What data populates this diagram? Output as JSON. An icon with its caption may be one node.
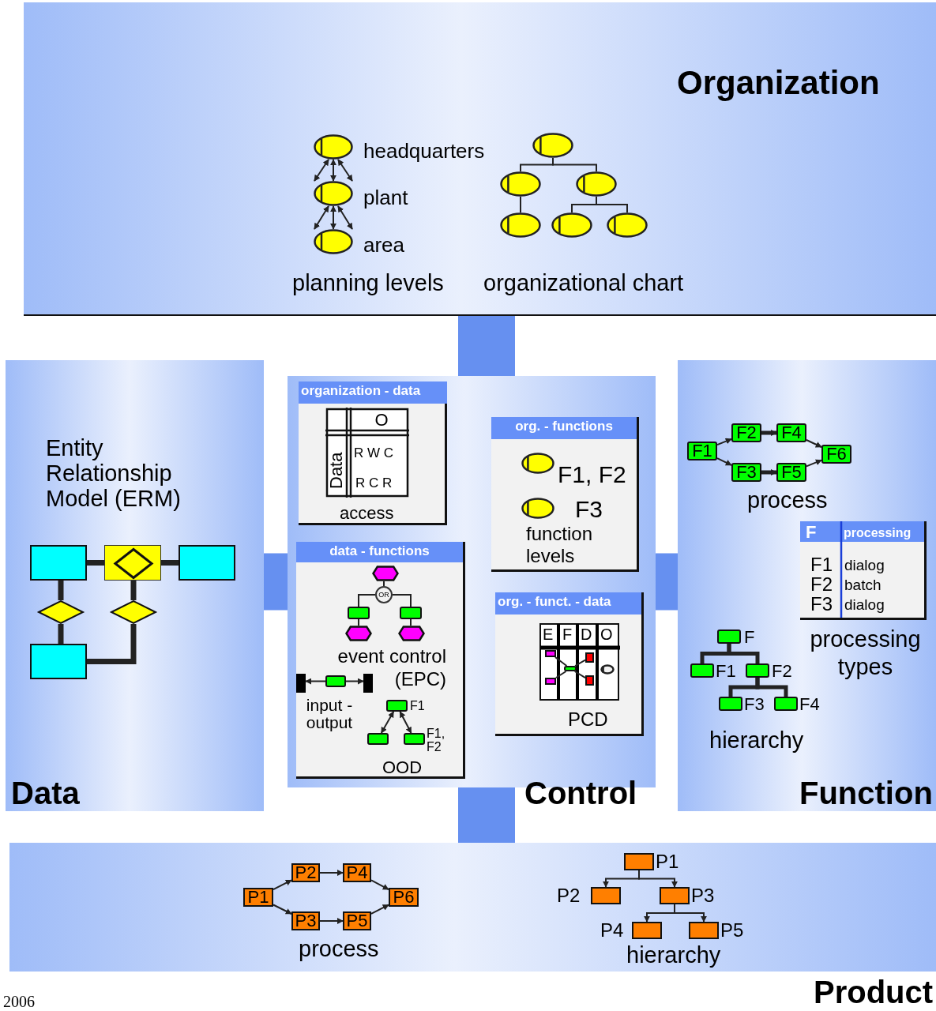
{
  "diagram": {
    "nodes": [
      {
        "text": [
          "Organization",
          "planning levels",
          "organizational chart"
        ]
      },
      {
        "text": [],
        "shape": "ellipse",
        "beside": [
          "headquarters"
        ],
        "in": 0
      },
      {
        "text": [],
        "shape": "ellipse",
        "beside": [
          "plant"
        ],
        "in": 0
      },
      {
        "text": [],
        "shape": "ellipse",
        "beside": [
          "area"
        ],
        "in": 0
      },
      {
        "text": [],
        "shape": "ellipse",
        "in": 0
      },
      {
        "text": [],
        "shape": "ellipse",
        "in": 0
      },
      {
        "text": [],
        "shape": "ellipse",
        "in": 0
      },
      {
        "text": [],
        "shape": "ellipse",
        "in": 0
      },
      {
        "text": [],
        "shape": "ellipse",
        "in": 0
      },
      {
        "text": [],
        "shape": "ellipse",
        "in": 0
      },
      {
        "text": [
          "Entity Relationship Model (ERM)",
          "Data"
        ]
      },
      {
        "text": [],
        "shape": "box",
        "in": 10
      },
      {
        "text": [],
        "shape": "diamond",
        "in": 10
      },
      {
        "text": [],
        "shape": "box",
        "in": 10
      },
      {
        "text": [],
        "shape": "diamond",
        "in": 10
      },
      {
        "text": [],
        "shape": "diamond",
        "in": 10
      },
      {
        "text": [],
        "shape": "box",
        "in": 10
      },
      {
        "text": [
          "Control"
        ]
      },
      {
        "text": [
          "organization - data",
          "O",
          "Data",
          "R W C",
          "R C R",
          "access"
        ],
        "in": 17
      },
      {
        "text": [
          "org. - functions",
          "function levels"
        ],
        "in": 17
      },
      {
        "text": [],
        "shape": "ellipse",
        "beside": [
          "F1, F2"
        ],
        "in": 19
      },
      {
        "text": [],
        "shape": "ellipse",
        "beside": [
          "F3"
        ],
        "in": 19
      },
      {
        "text": [
          "data - functions",
          "event control (EPC)",
          "input - output",
          "OOD"
        ],
        "in": 17
      },
      {
        "text": [],
        "shape": "hexagon",
        "in": 22
      },
      {
        "text": [
          "OR"
        ],
        "in": 22
      },
      {
        "text": [],
        "shape": "box",
        "in": 22
      },
      {
        "text": [],
        "shape": "box",
        "in": 22
      },
      {
        "text": [],
        "shape": "hexagon",
        "in": 22
      },
      {
        "text": [],
        "shape": "hexagon",
        "in": 22
      },
      {
        "text": [],
        "shape": "bar",
        "in": 22
      },
      {
        "text": [],
        "shape": "box",
        "in": 22
      },
      {
        "text": [],
        "shape": "bar",
        "in": 22
      },
      {
        "text": [],
        "shape": "box",
        "beside": [
          "F1"
        ],
        "in": 22
      },
      {
        "text": [],
        "shape": "box",
        "in": 22
      },
      {
        "text": [],
        "shape": "box",
        "beside": [
          "F1, F2"
        ],
        "in": 22
      },
      {
        "text": [
          "org. - funct. - data",
          "E",
          "F",
          "D",
          "O",
          "PCD"
        ],
        "in": 17
      },
      {
        "text": [],
        "shape": "box",
        "in": 35
      },
      {
        "text": [],
        "shape": "box",
        "in": 35
      },
      {
        "text": [],
        "shape": "box",
        "in": 35
      },
      {
        "text": [],
        "shape": "box",
        "in": 35
      },
      {
        "text": [],
        "shape": "box",
        "in": 35
      },
      {
        "text": [],
        "shape": "ellipse",
        "in": 35
      },
      {
        "text": [
          "process",
          "processing types",
          "hierarchy",
          "Function"
        ]
      },
      {
        "text": [
          "F1"
        ],
        "in": 42
      },
      {
        "text": [
          "F2"
        ],
        "in": 42
      },
      {
        "text": [
          "F3"
        ],
        "in": 42
      },
      {
        "text": [
          "F4"
        ],
        "in": 42
      },
      {
        "text": [
          "F5"
        ],
        "in": 42
      },
      {
        "text": [
          "F6"
        ],
        "in": 42
      },
      {
        "text": [
          "F",
          "processing",
          "F1",
          "dialog",
          "F2",
          "batch",
          "F3",
          "dialog"
        ],
        "in": 42
      },
      {
        "text": [],
        "shape": "box",
        "beside": [
          "F"
        ],
        "in": 42
      },
      {
        "text": [],
        "shape": "box",
        "beside": [
          "F1"
        ],
        "in": 42
      },
      {
        "text": [],
        "shape": "box",
        "beside": [
          "F2"
        ],
        "in": 42
      },
      {
        "text": [],
        "shape": "box",
        "beside": [
          "F3"
        ],
        "in": 42
      },
      {
        "text": [],
        "shape": "box",
        "beside": [
          "F4"
        ],
        "in": 42
      },
      {
        "text": [
          "process",
          "hierarchy"
        ]
      },
      {
        "text": [
          "P1"
        ],
        "in": 55
      },
      {
        "text": [
          "P2"
        ],
        "in": 55
      },
      {
        "text": [
          "P3"
        ],
        "in": 55
      },
      {
        "text": [
          "P4"
        ],
        "in": 55
      },
      {
        "text": [
          "P5"
        ],
        "in": 55
      },
      {
        "text": [
          "P6"
        ],
        "in": 55
      },
      {
        "text": [],
        "shape": "box",
        "beside": [
          "P1"
        ],
        "in": 55
      },
      {
        "text": [],
        "shape": "box",
        "beside": [
          "P2"
        ],
        "in": 55
      },
      {
        "text": [],
        "shape": "box",
        "beside": [
          "P3"
        ],
        "in": 55
      },
      {
        "text": [],
        "shape": "box",
        "beside": [
          "P4"
        ],
        "in": 55
      },
      {
        "text": [],
        "shape": "box",
        "beside": [
          "P5"
        ],
        "in": 55
      }
    ],
    "edges": [
      {
        "from": 1,
        "to": 2,
        "arrow": "both"
      },
      {
        "from": 1,
        "to": 2,
        "arrow": "both"
      },
      {
        "from": 1,
        "to": 2,
        "arrow": "both"
      },
      {
        "from": 2,
        "to": 3,
        "arrow": "both"
      },
      {
        "from": 2,
        "to": 3,
        "arrow": "both"
      },
      {
        "from": 2,
        "to": 3,
        "arrow": "both"
      },
      {
        "from": 4,
        "to": 5,
        "arrow": "none"
      },
      {
        "from": 4,
        "to": 6,
        "arrow": "none"
      },
      {
        "from": 5,
        "to": 7,
        "arrow": "none"
      },
      {
        "from": 6,
        "to": 8,
        "arrow": "none"
      },
      {
        "from": 6,
        "to": 9,
        "arrow": "none"
      },
      {
        "from": 11,
        "to": 12,
        "arrow": "none",
        "style": "thick"
      },
      {
        "from": 12,
        "to": 13,
        "arrow": "none",
        "style": "thick"
      },
      {
        "from": 11,
        "to": 14,
        "arrow": "none",
        "style": "thick"
      },
      {
        "from": 14,
        "to": 16,
        "arrow": "none",
        "style": "thick"
      },
      {
        "from": 12,
        "to": 15,
        "arrow": "none",
        "style": "thick"
      },
      {
        "from": 15,
        "to": 16,
        "arrow": "none",
        "style": "thick"
      },
      {
        "from": 23,
        "to": 24,
        "arrow": "none"
      },
      {
        "from": 24,
        "to": 25,
        "arrow": "none"
      },
      {
        "from": 24,
        "to": 26,
        "arrow": "none"
      },
      {
        "from": 25,
        "to": 27,
        "arrow": "none"
      },
      {
        "from": 26,
        "to": 28,
        "arrow": "none"
      },
      {
        "from": 30,
        "to": 29,
        "arrow": "to"
      },
      {
        "from": 30,
        "to": 31,
        "arrow": "to"
      },
      {
        "from": 32,
        "to": 33,
        "arrow": "both"
      },
      {
        "from": 32,
        "to": 34,
        "arrow": "both"
      },
      {
        "from": 36,
        "to": 38,
        "arrow": "none"
      },
      {
        "from": 37,
        "to": 38,
        "arrow": "none"
      },
      {
        "from": 38,
        "to": 39,
        "arrow": "none"
      },
      {
        "from": 38,
        "to": 40,
        "arrow": "none"
      },
      {
        "from": 43,
        "to": 44,
        "arrow": "to"
      },
      {
        "from": 43,
        "to": 45,
        "arrow": "to"
      },
      {
        "from": 44,
        "to": 46,
        "arrow": "to",
        "style": "thick"
      },
      {
        "from": 45,
        "to": 47,
        "arrow": "to",
        "style": "thick"
      },
      {
        "from": 46,
        "to": 48,
        "arrow": "to"
      },
      {
        "from": 47,
        "to": 48,
        "arrow": "to"
      },
      {
        "from": 50,
        "to": 51,
        "arrow": "none",
        "style": "thick"
      },
      {
        "from": 50,
        "to": 52,
        "arrow": "none",
        "style": "thick"
      },
      {
        "from": 52,
        "to": 53,
        "arrow": "none",
        "style": "thick"
      },
      {
        "from": 52,
        "to": 54,
        "arrow": "none",
        "style": "thick"
      },
      {
        "from": 56,
        "to": 57,
        "arrow": "to"
      },
      {
        "from": 56,
        "to": 58,
        "arrow": "to"
      },
      {
        "from": 57,
        "to": 59,
        "arrow": "to"
      },
      {
        "from": 58,
        "to": 60,
        "arrow": "to"
      },
      {
        "from": 59,
        "to": 61,
        "arrow": "to"
      },
      {
        "from": 60,
        "to": 61,
        "arrow": "to"
      },
      {
        "from": 62,
        "to": 63,
        "arrow": "to"
      },
      {
        "from": 62,
        "to": 64,
        "arrow": "to"
      },
      {
        "from": 64,
        "to": 65,
        "arrow": "to"
      },
      {
        "from": 64,
        "to": 66,
        "arrow": "to"
      },
      {
        "from": 17,
        "to": 0,
        "arrow": "none",
        "style": "thick",
        "color": "#6690f0"
      },
      {
        "from": 17,
        "to": 10,
        "arrow": "none",
        "style": "thick",
        "color": "#6690f0"
      },
      {
        "from": 17,
        "to": 42,
        "arrow": "none",
        "style": "thick",
        "color": "#6690f0"
      },
      {
        "from": 17,
        "to": 55,
        "arrow": "none",
        "style": "thick",
        "color": "#6690f0"
      }
    ],
    "labels": [
      "Product",
      "2006"
    ]
  }
}
